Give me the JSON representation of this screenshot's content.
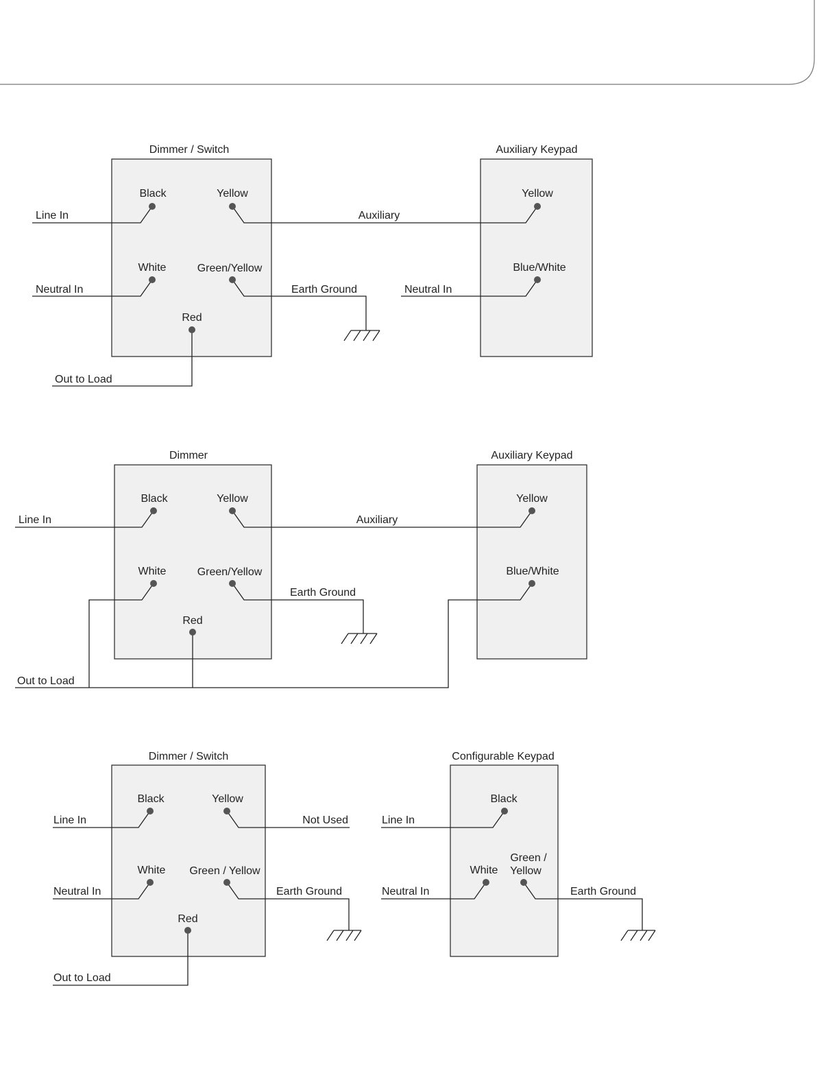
{
  "diagram1": {
    "left_title": "Dimmer / Switch",
    "right_title": "Auxiliary Keypad",
    "black": "Black",
    "yellow": "Yellow",
    "white": "White",
    "green_yellow": "Green/Yellow",
    "red": "Red",
    "line_in": "Line In",
    "neutral_in": "Neutral In",
    "auxiliary": "Auxiliary",
    "earth_ground": "Earth Ground",
    "out_to_load": "Out to Load",
    "kp_yellow": "Yellow",
    "kp_blue_white": "Blue/White",
    "kp_neutral_in": "Neutral In"
  },
  "diagram2": {
    "left_title": "Dimmer",
    "right_title": "Auxiliary Keypad",
    "black": "Black",
    "yellow": "Yellow",
    "white": "White",
    "green_yellow": "Green/Yellow",
    "red": "Red",
    "line_in": "Line In",
    "auxiliary": "Auxiliary",
    "earth_ground": "Earth Ground",
    "out_to_load": "Out to Load",
    "kp_yellow": "Yellow",
    "kp_blue_white": "Blue/White"
  },
  "diagram3": {
    "left_title": "Dimmer / Switch",
    "right_title": "Configurable Keypad",
    "black": "Black",
    "yellow": "Yellow",
    "white": "White",
    "green_yellow": "Green / Yellow",
    "red": "Red",
    "line_in": "Line In",
    "neutral_in": "Neutral In",
    "not_used": "Not Used",
    "earth_ground": "Earth Ground",
    "out_to_load": "Out to Load",
    "kp_black": "Black",
    "kp_white": "White",
    "kp_green_line1": "Green /",
    "kp_green_line2": "Yellow",
    "kp_line_in": "Line In",
    "kp_neutral_in": "Neutral In",
    "kp_earth_ground": "Earth Ground"
  }
}
